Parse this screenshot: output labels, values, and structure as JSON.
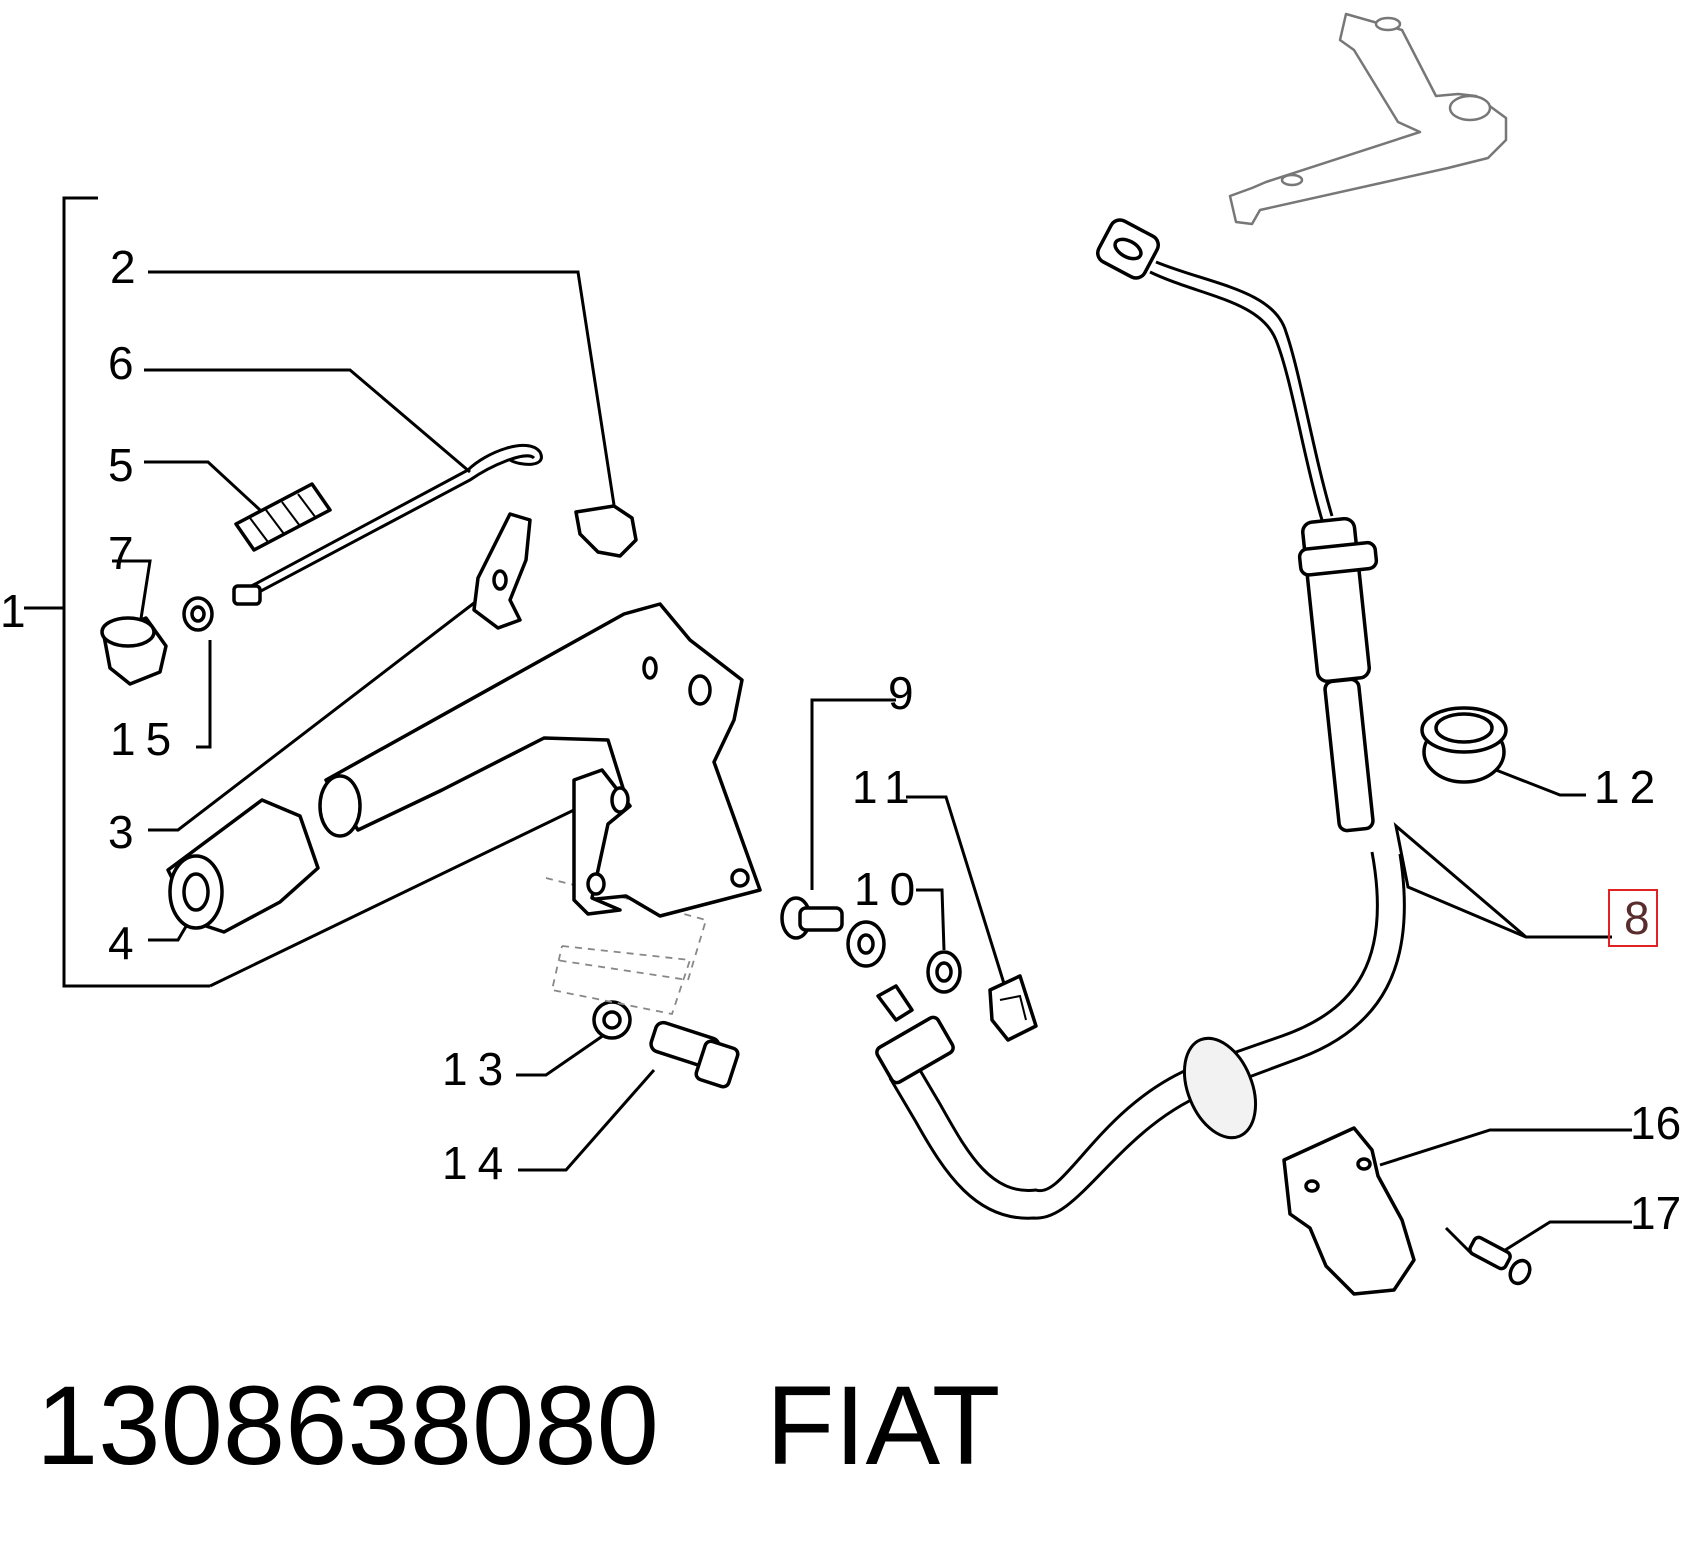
{
  "diagram": {
    "callouts": {
      "c1": "1",
      "c2": "2",
      "c3": "3",
      "c4": "4",
      "c5": "5",
      "c6": "6",
      "c7": "7",
      "c8": "8",
      "c9": "9",
      "c10": "10",
      "c11": "11",
      "c12": "12",
      "c13": "13",
      "c14": "14",
      "c15": "15",
      "c16": "16",
      "c17": "17"
    },
    "highlighted_callout": "8",
    "highlight_color": "#e22222"
  },
  "footer": {
    "part_number": "1308638080",
    "brand": "FIAT"
  }
}
